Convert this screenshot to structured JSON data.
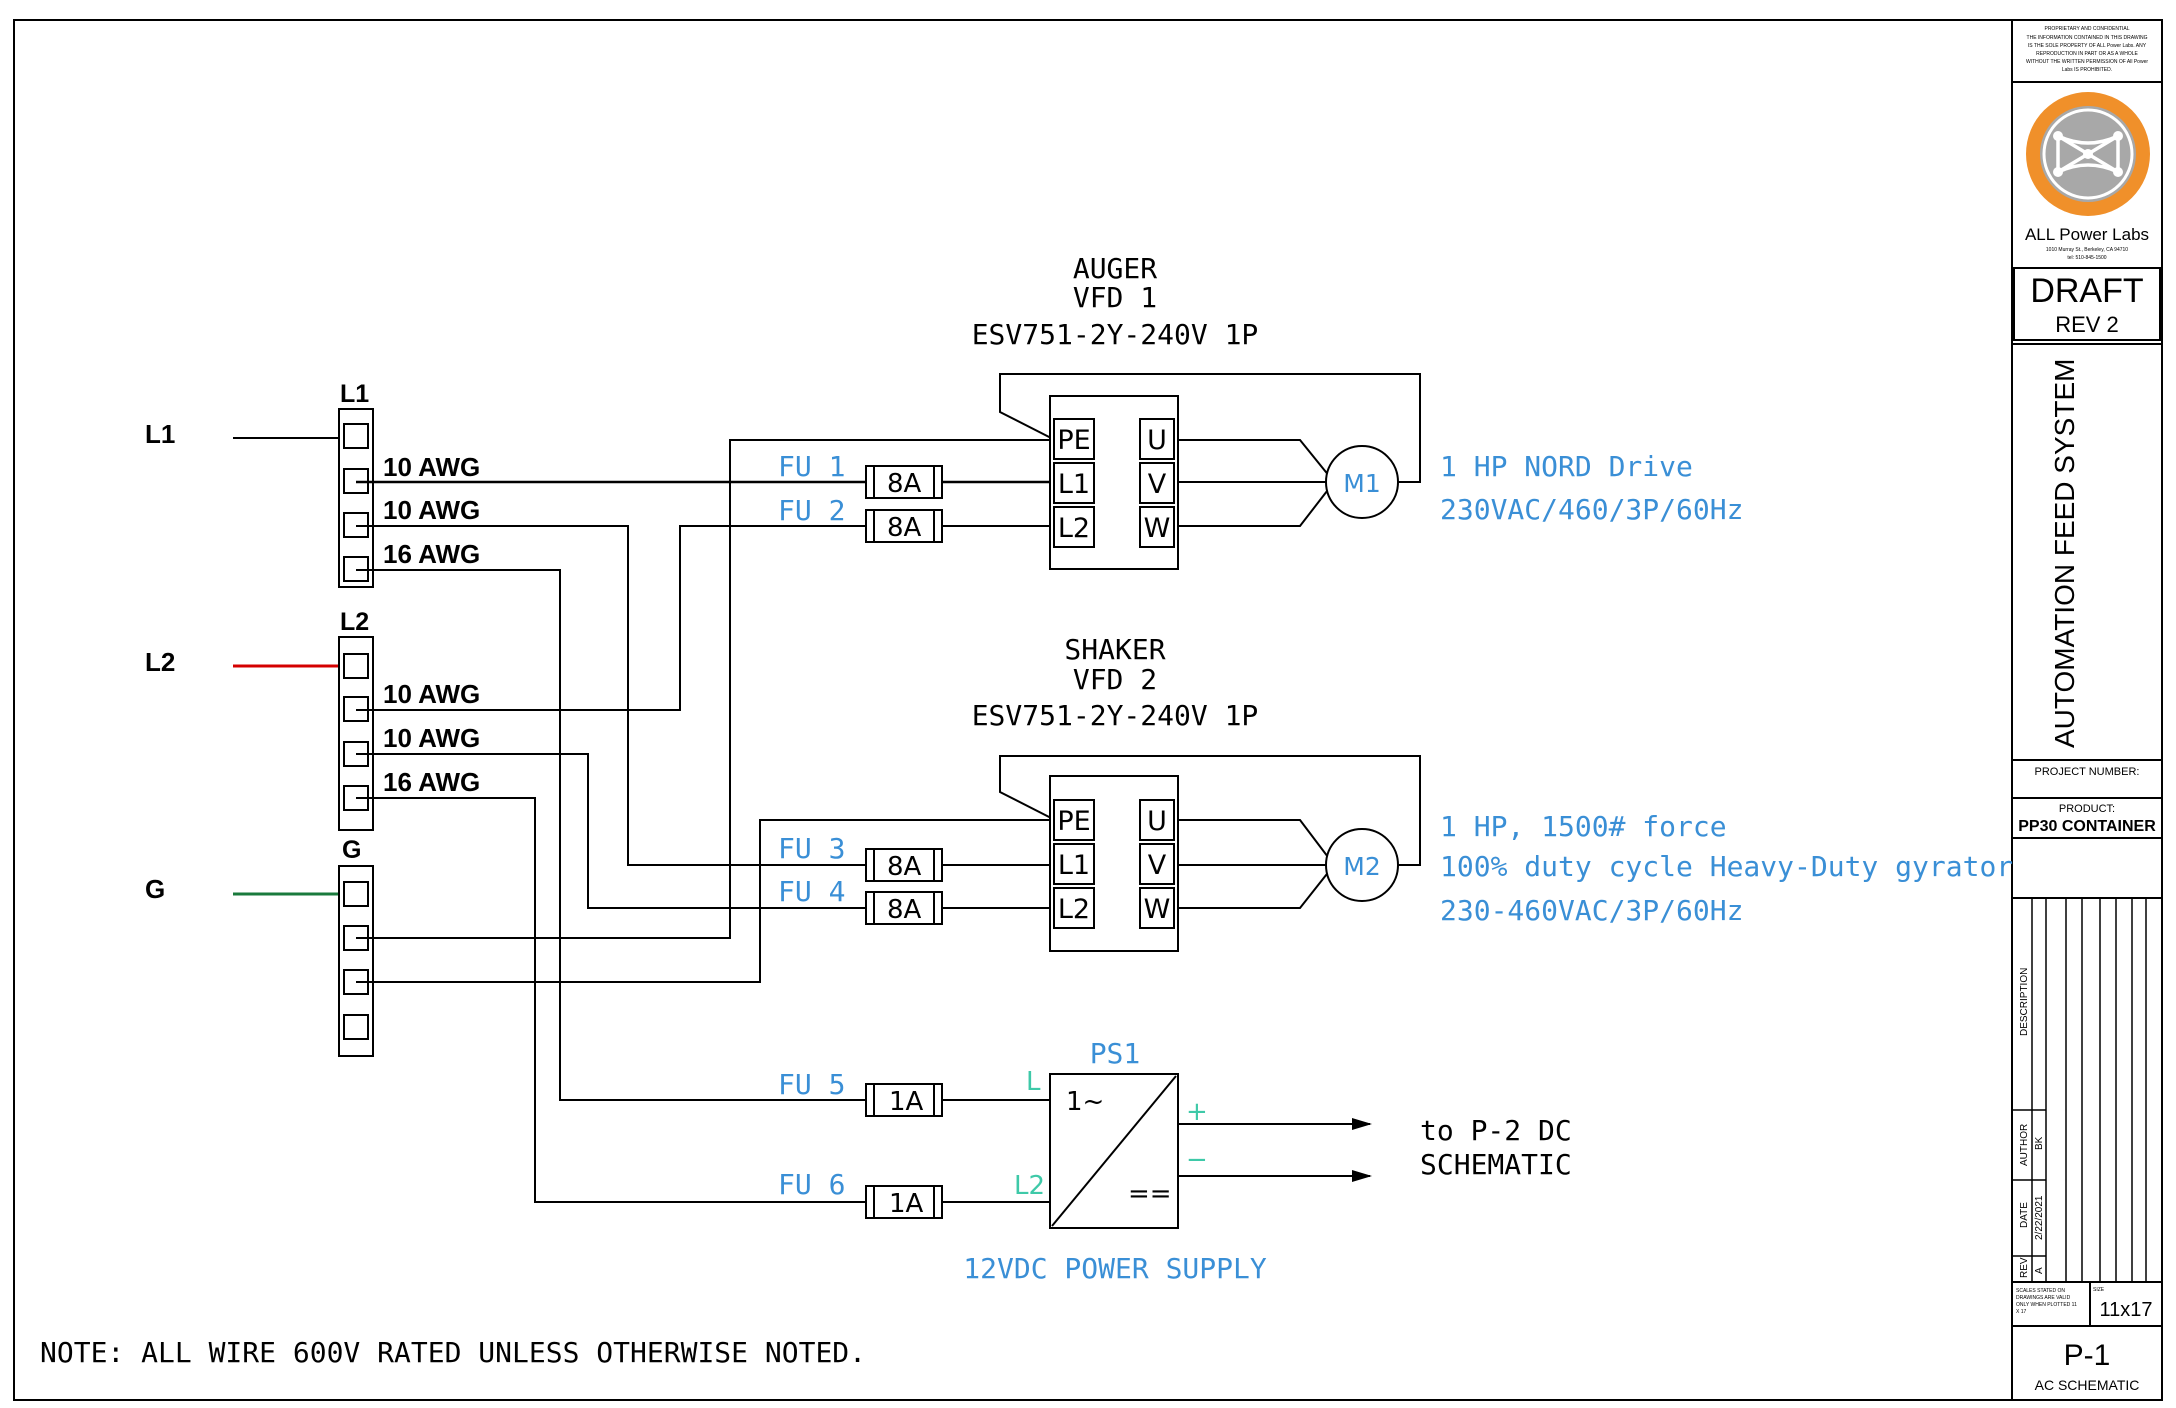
{
  "inputs": {
    "l1": "L1",
    "l2": "L2",
    "g": "G",
    "l2_wire_color": "#d40000",
    "g_wire_color": "#1a7a3c"
  },
  "terminal_blocks": {
    "l1": {
      "label": "L1",
      "wires": [
        "10 AWG",
        "10 AWG",
        "16 AWG"
      ]
    },
    "l2": {
      "label": "L2",
      "wires": [
        "10 AWG",
        "10 AWG",
        "16 AWG"
      ]
    },
    "g": {
      "label": "G"
    }
  },
  "vfd1": {
    "title": [
      "AUGER",
      "VFD 1",
      "ESV751-2Y-240V 1P"
    ],
    "pins_in": [
      "PE",
      "L1",
      "L2"
    ],
    "pins_out": [
      "U",
      "V",
      "W"
    ],
    "fuses": [
      {
        "name": "FU 1",
        "rating": "8A"
      },
      {
        "name": "FU 2",
        "rating": "8A"
      }
    ],
    "motor": "M1",
    "motor_desc": [
      "1 HP NORD Drive",
      "230VAC/460/3P/60Hz"
    ]
  },
  "vfd2": {
    "title": [
      "SHAKER",
      "VFD 2",
      "ESV751-2Y-240V 1P"
    ],
    "pins_in": [
      "PE",
      "L1",
      "L2"
    ],
    "pins_out": [
      "U",
      "V",
      "W"
    ],
    "fuses": [
      {
        "name": "FU 3",
        "rating": "8A"
      },
      {
        "name": "FU 4",
        "rating": "8A"
      }
    ],
    "motor": "M2",
    "motor_desc": [
      "1 HP, 1500# force",
      "100% duty cycle Heavy-Duty gyrator",
      "230-460VAC/3P/60Hz"
    ]
  },
  "power_supply": {
    "name": "PS1",
    "in_l": "L",
    "in_l2": "L2",
    "ac_symbol": "1~",
    "dc_symbol": "==",
    "plus": "+",
    "minus": "−",
    "fuses": [
      {
        "name": "FU 5",
        "rating": "1A"
      },
      {
        "name": "FU 6",
        "rating": "1A"
      }
    ],
    "caption": "12VDC POWER SUPPLY",
    "target": [
      "to P-2 DC",
      "SCHEMATIC"
    ]
  },
  "note": "NOTE: ALL WIRE 600V RATED UNLESS OTHERWISE NOTED.",
  "title_block": {
    "confidential": [
      "PROPRIETARY AND CONFIDENTIAL",
      "THE INFORMATION CONTAINED IN THIS DRAWING",
      "IS THE SOLE PROPERTY OF ALL Power Labs. ANY",
      "REPRODUCTION IN PART OR AS A WHOLE",
      "WITHOUT THE WRITTEN PERMISSION OF All Power",
      "Labs IS PROHIBITED."
    ],
    "brand": "ALL Power Labs",
    "address": [
      "1010 Murray St., Berkeley, CA 94710",
      "tel: 510-845-1500"
    ],
    "logo_color": "#f0902a",
    "draft": "DRAFT",
    "rev": "REV 2",
    "system_title": "AUTOMATION FEED SYSTEM",
    "project_number_label": "PROJECT NUMBER:",
    "product_label": "PRODUCT:",
    "product": "PP30 CONTAINER",
    "rev_table": {
      "description_label": "DESCRIPTION",
      "author_label": "AUTHOR",
      "author": "BK",
      "date_label": "DATE",
      "date": "2/22/2021",
      "rev_label": "REV",
      "rev": "A"
    },
    "scale_note": [
      "SCALES STATED ON",
      "DRAWINGS ARE VALID",
      "ONLY WHEN PLOTTED 11",
      "X 17"
    ],
    "size_label": "SIZE",
    "size": "11x17",
    "sheet": "P-1",
    "sheet_title": "AC SCHEMATIC"
  }
}
